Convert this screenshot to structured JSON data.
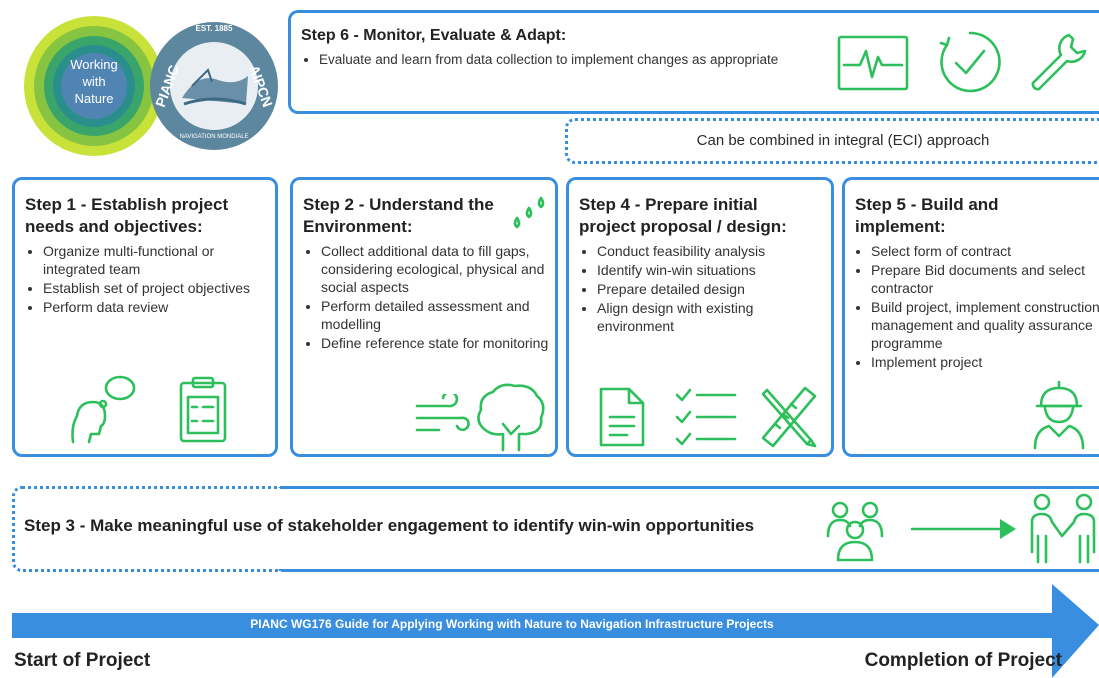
{
  "logo": {
    "wwn_text": "Working with Nature",
    "wwn_lines": [
      "Working",
      "with",
      "Nature"
    ],
    "pianc_text": "PIANC · EST. 1885 · AIPCN",
    "pianc_top": "EST. 1885",
    "pianc_left": "PIANC",
    "pianc_right": "AIPCN",
    "pianc_bottom": "NAVIGATION MONDIALE"
  },
  "step6": {
    "title": "Step 6 - Monitor, Evaluate & Adapt:",
    "bullets": [
      "Evaluate and learn from data collection to implement changes as appropriate"
    ],
    "icons": [
      "heartbeat-monitor-icon",
      "check-clock-icon",
      "wrench-icon"
    ]
  },
  "eci": {
    "text": "Can be combined in integral (ECI) approach"
  },
  "step1": {
    "title_lines": [
      "Step 1 - Establish project",
      "needs and objectives:"
    ],
    "bullets": [
      "Organize multi-functional or integrated team",
      "Establish set of project objectives",
      "Perform data review"
    ],
    "icons": [
      "thinking-person-icon",
      "clipboard-icon"
    ]
  },
  "step2": {
    "title_lines": [
      "Step 2 - Understand the",
      "Environment:"
    ],
    "bullets": [
      "Collect additional data to fill gaps, considering ecological, physical and social aspects",
      "Perform detailed assessment and modelling",
      "Define reference state for monitoring"
    ],
    "icons": [
      "water-drops-icon",
      "wind-icon",
      "tree-icon"
    ]
  },
  "step4": {
    "title_lines": [
      "Step 4 - Prepare initial",
      "project proposal / design:"
    ],
    "bullets": [
      "Conduct feasibility analysis",
      "Identify win-win situations",
      "Prepare detailed design",
      "Align design with existing environment"
    ],
    "icons": [
      "document-icon",
      "checklist-icon",
      "ruler-pencil-icon"
    ]
  },
  "step5": {
    "title_lines": [
      "Step 5 - Build and",
      "implement:"
    ],
    "bullets": [
      "Select form of contract",
      "Prepare Bid documents and select contractor",
      "Build project, implement construction management and quality assurance programme",
      "Implement project"
    ],
    "icons": [
      "construction-worker-icon"
    ]
  },
  "step3": {
    "title": "Step 3 - Make meaningful use of stakeholder engagement to identify win-win opportunities",
    "icons": [
      "stakeholder-group-icon",
      "arrow-right-icon",
      "handshake-people-icon"
    ]
  },
  "timeline": {
    "banner": "PIANC WG176 Guide for Applying Working with Nature to Navigation Infrastructure Projects",
    "start": "Start of Project",
    "end": "Completion of Project"
  },
  "colors": {
    "accent_blue": "#3a8ee0",
    "icon_green": "#2dbf5c",
    "logo_green_outer": "#7cc242",
    "logo_blue": "#5a8fb0"
  }
}
